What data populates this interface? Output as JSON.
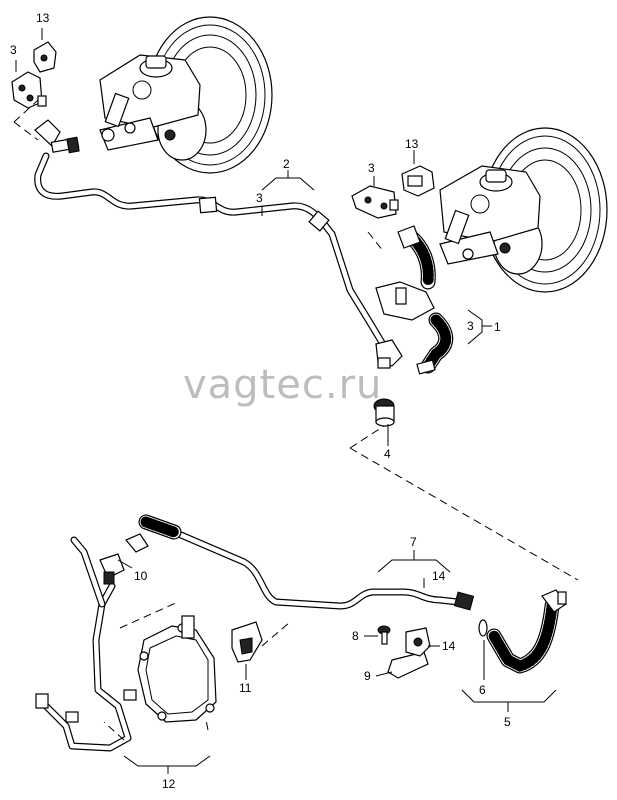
{
  "watermark": "vagtec.ru",
  "callouts": {
    "top_left_13": "13",
    "top_left_3": "3",
    "group_2": "2",
    "group_2_sub_3": "3",
    "right_3": "3",
    "right_13": "13",
    "group_1_sub_3": "3",
    "group_1": "1",
    "item_4": "4",
    "group_7": "7",
    "group_7_sub_14": "14",
    "item_10": "10",
    "item_8": "8",
    "item_14": "14",
    "item_9": "9",
    "item_11": "11",
    "item_6": "6",
    "group_5": "5",
    "group_12": "12"
  }
}
